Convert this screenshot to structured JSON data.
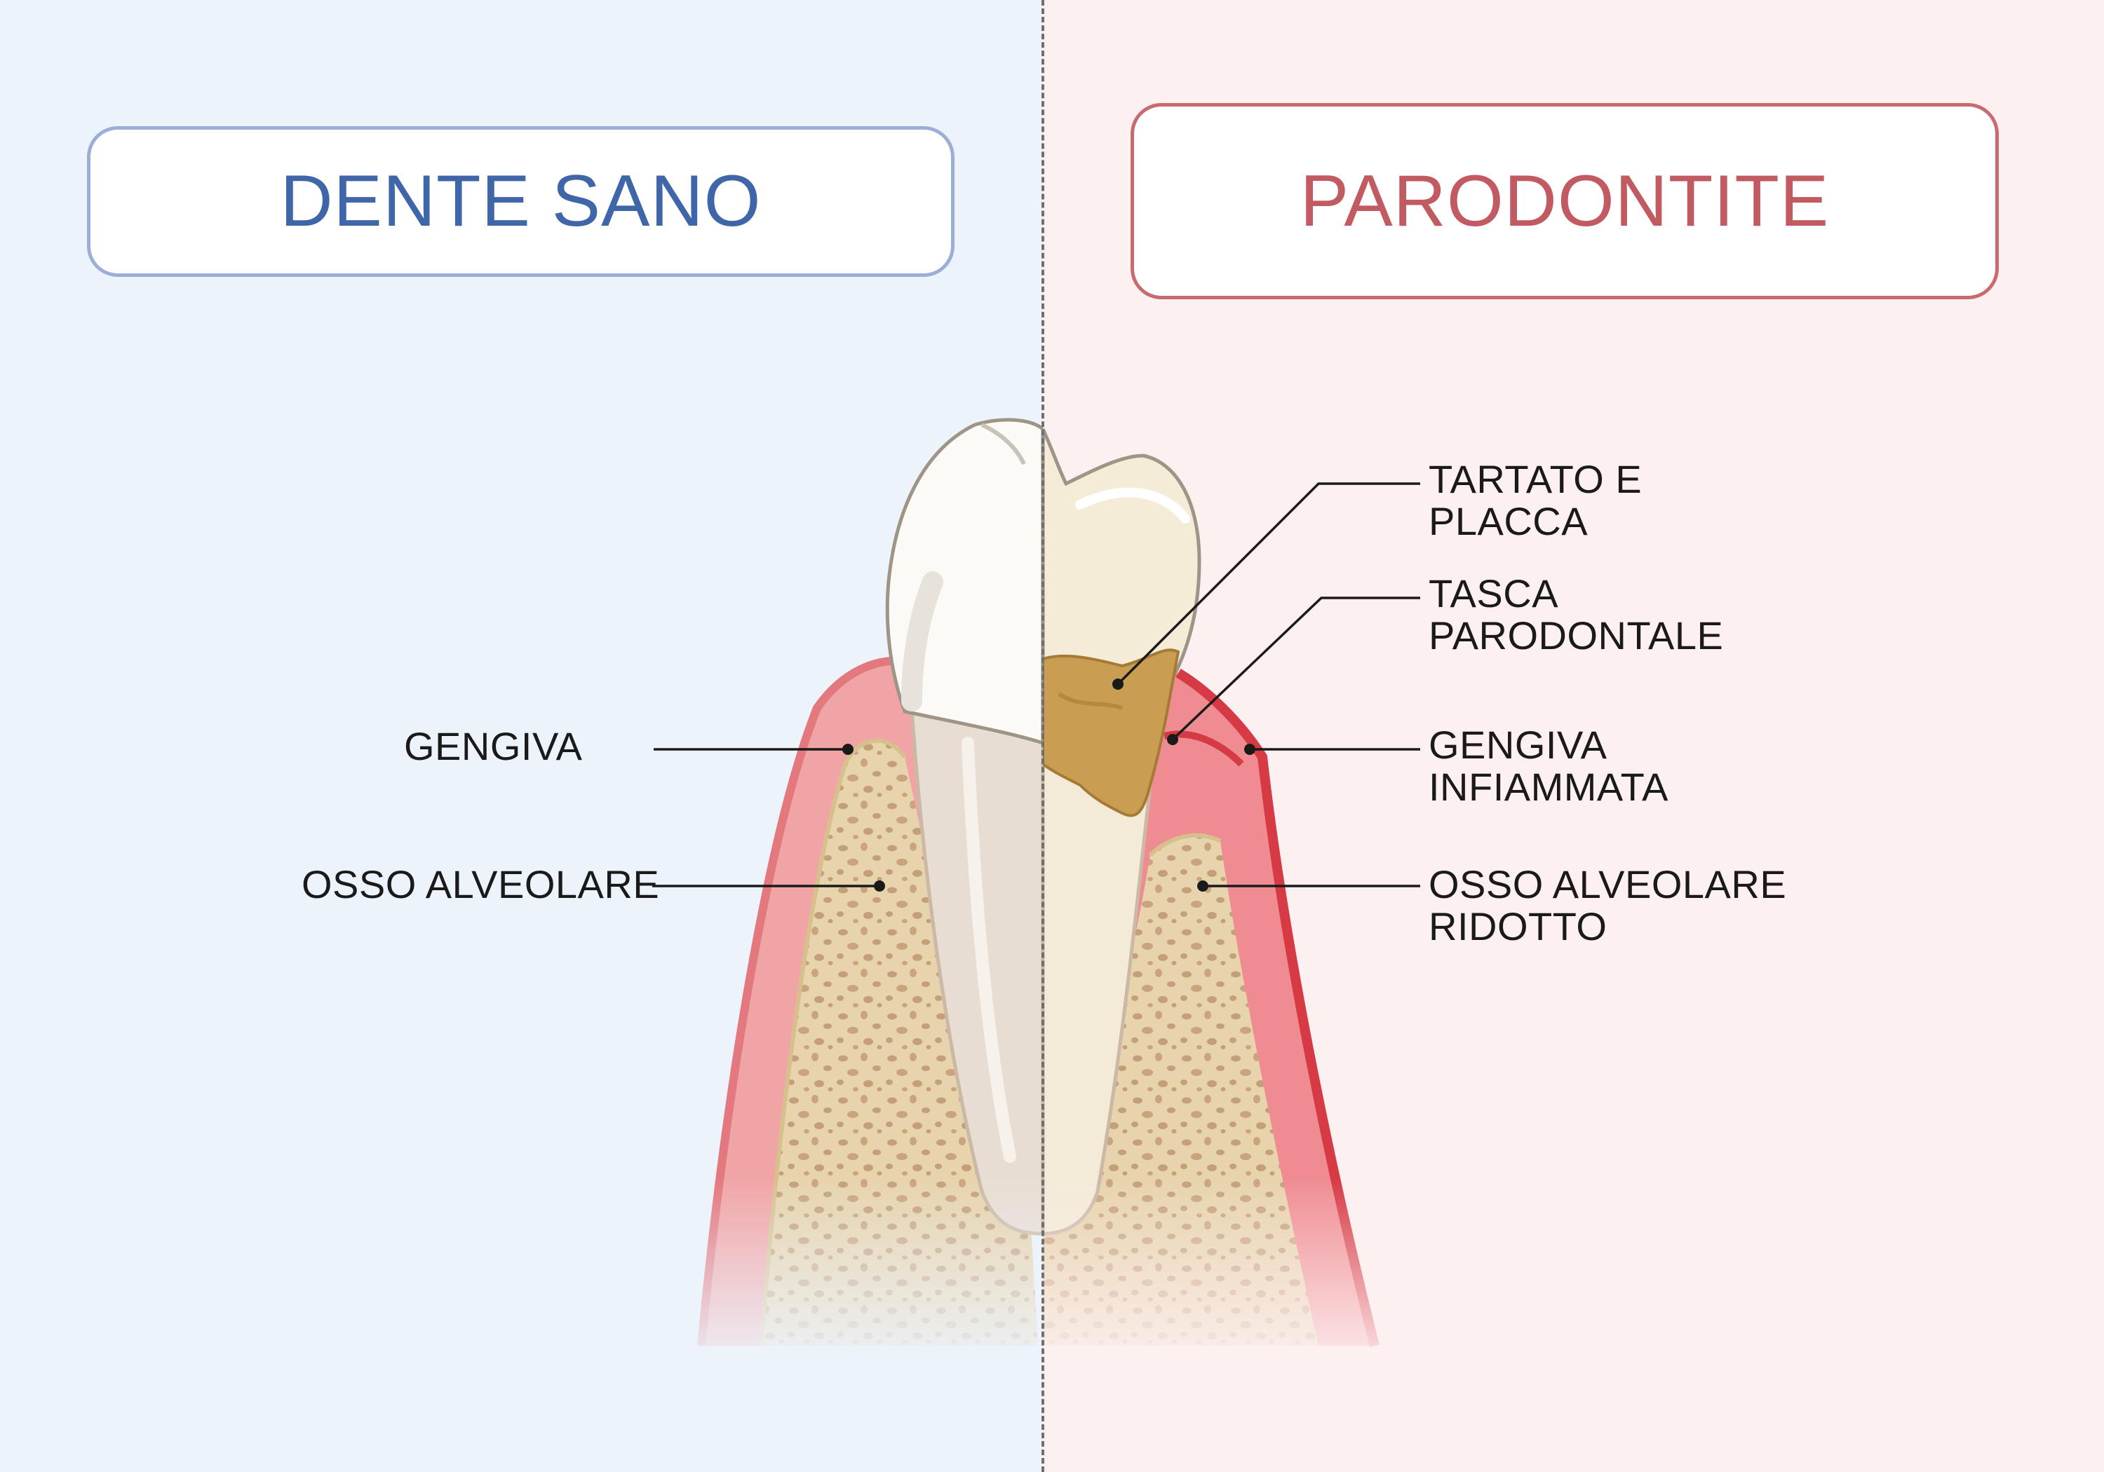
{
  "colors": {
    "healthy_background": "#edf3fb",
    "periodontitis_background": "#fdf0f1",
    "healthy_accent": "#3f66a9",
    "periodontitis_accent": "#c25a62",
    "gum_healthy": "#f0a3a6",
    "gum_inflamed": "#e05d66",
    "bone": "#e6d2ab",
    "tartar": "#c49a50"
  },
  "titles": {
    "healthy": "DENTE SANO",
    "periodontitis": "PARODONTITE"
  },
  "labels": {
    "gum": "GENGIVA",
    "alveolar_bone": "OSSO ALVEOLARE",
    "tartar_plaque": [
      "TARTATO E",
      "PLACCA"
    ],
    "periodontal_pocket": [
      "TASCA",
      "PARODONTALE"
    ],
    "inflamed_gum": [
      "GENGIVA",
      "INFIAMMATA"
    ],
    "reduced_bone": [
      "OSSO ALVEOLARE",
      "RIDOTTO"
    ]
  }
}
